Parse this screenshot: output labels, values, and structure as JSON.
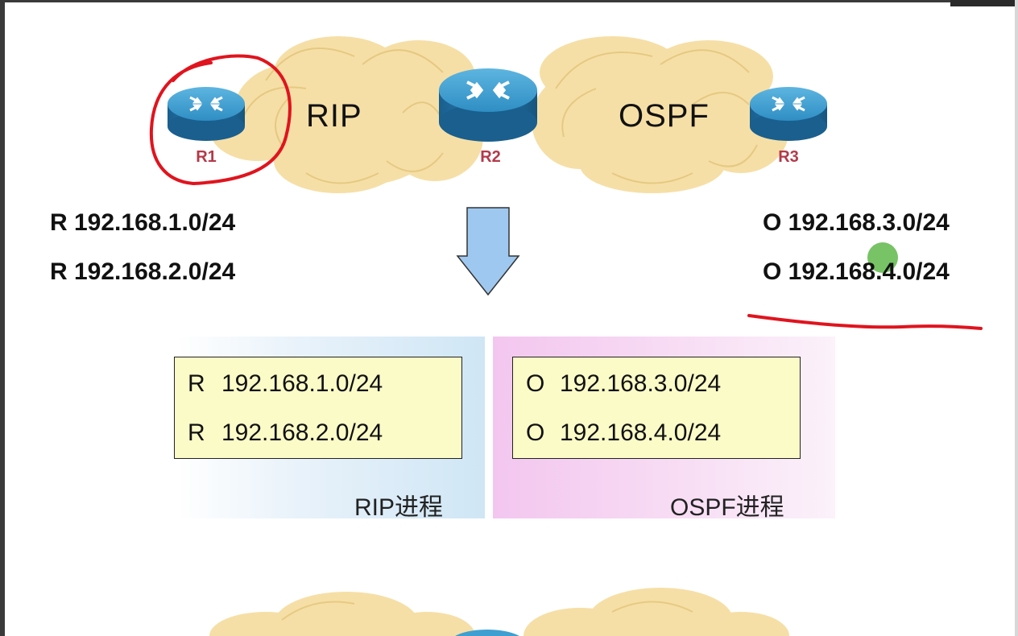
{
  "routers": {
    "r1": "R1",
    "r2": "R2",
    "r3": "R3"
  },
  "clouds": {
    "left": "RIP",
    "right": "OSPF"
  },
  "routes_left": [
    "R 192.168.1.0/24",
    "R 192.168.2.0/24"
  ],
  "routes_right": [
    "O 192.168.3.0/24",
    "O 192.168.4.0/24"
  ],
  "rip_process": {
    "label": "RIP进程",
    "routes": [
      {
        "code": "R",
        "prefix": "192.168.1.0/24"
      },
      {
        "code": "R",
        "prefix": "192.168.2.0/24"
      }
    ]
  },
  "ospf_process": {
    "label": "OSPF进程",
    "routes": [
      {
        "code": "O",
        "prefix": "192.168.3.0/24"
      },
      {
        "code": "O",
        "prefix": "192.168.4.0/24"
      }
    ]
  },
  "colors": {
    "cloud": "#f6dfa6",
    "router_top": "#3f9fd0",
    "router_side": "#1f6fa2",
    "annotation_red": "#e0141e",
    "arrow_fill": "#9fc8f0",
    "rip_panel": "#cfe6f5",
    "ospf_panel": "#f3c6ef",
    "route_box": "#fbfbc8",
    "router_label": "#b33a4a",
    "cursor_dot": "#5fb84a"
  },
  "icons": [
    "router-icon",
    "down-arrow-icon",
    "cloud-icon"
  ]
}
